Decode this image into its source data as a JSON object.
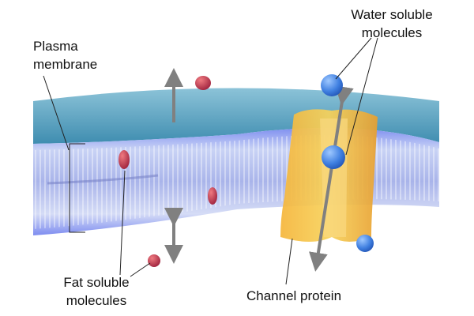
{
  "labels": {
    "plasma_membrane": [
      "Plasma",
      "membrane"
    ],
    "water_soluble": [
      "Water soluble",
      "molecules"
    ],
    "fat_soluble": [
      "Fat soluble",
      "molecules"
    ],
    "channel_protein": "Channel protein"
  },
  "colors": {
    "membrane_surface": "#5fa3c2",
    "lipid": "#8e9df0",
    "fat_molecule": "#c8304a",
    "water_molecule": "#3f7fe0",
    "channel": "#f0a830",
    "arrow": "#808080"
  }
}
